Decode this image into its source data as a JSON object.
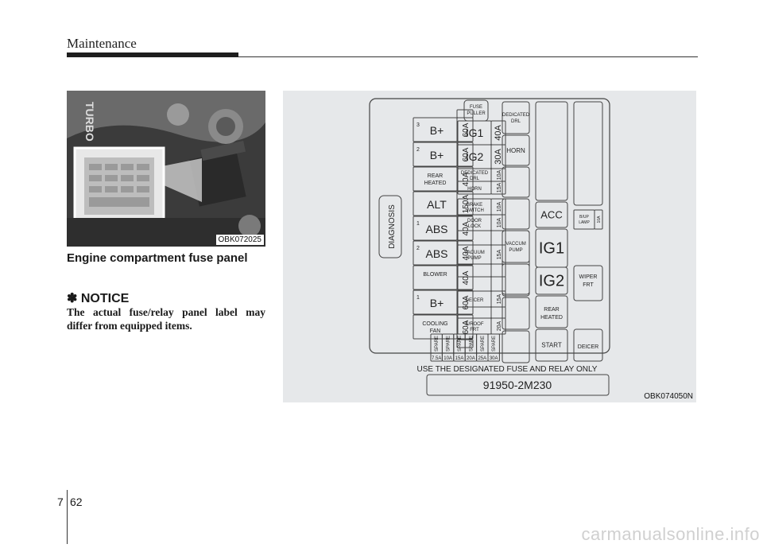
{
  "header": {
    "title": "Maintenance"
  },
  "photo": {
    "caption": "OBK072025",
    "engine_label": "TURBO"
  },
  "section": {
    "title": "Engine compartment fuse panel"
  },
  "notice": {
    "title": "✽ NOTICE",
    "text": "The actual fuse/relay panel label may differ from equipped items."
  },
  "panel": {
    "caption": "OBK074050N",
    "diagnosis": "DIAGNOSIS",
    "fuse_puller": [
      "FUSE",
      "PULLER"
    ],
    "left_fuses": [
      {
        "sup": "3",
        "name": "B+",
        "rating": "60A",
        "large": true
      },
      {
        "sup": "2",
        "name": "B+",
        "rating": "60A",
        "large": true
      },
      {
        "sup": "",
        "name": "REAR HEATED",
        "rating": "40A",
        "large": false
      },
      {
        "sup": "",
        "name": "ALT",
        "rating": "150A",
        "large": true
      },
      {
        "sup": "1",
        "name": "ABS",
        "rating": "40A",
        "large": true
      },
      {
        "sup": "2",
        "name": "ABS",
        "rating": "40A",
        "large": true
      },
      {
        "sup": "",
        "name": "BLOWER",
        "rating": "40A",
        "large": false
      },
      {
        "sup": "1",
        "name": "B+",
        "rating": "60A",
        "large": true
      },
      {
        "sup": "",
        "name": "COOLING FAN",
        "rating": "60A",
        "large": false
      }
    ],
    "mid_fuses": [
      {
        "name": "IG1",
        "rating": "40A"
      },
      {
        "name": "IG2",
        "rating": "30A"
      },
      {
        "name": "DEDICATED DRL",
        "rating": "10A"
      },
      {
        "name": "HORN",
        "rating": "15A"
      },
      {
        "name": "BRAKE SWITCH",
        "rating": "10A"
      },
      {
        "name": "DOOR LOCK",
        "rating": "10A"
      },
      {
        "name": "VACUUM PUMP",
        "rating": "15A"
      },
      {
        "name": "DEICER",
        "rating": "15A"
      },
      {
        "name": "S/ROOF FRT",
        "rating": "20A"
      }
    ],
    "spares": [
      "SPARE",
      "SPARE",
      "SPARE",
      "SPARE",
      "SPARE",
      "SPARE"
    ],
    "spare_ratings": [
      "7.5A",
      "10A",
      "15A",
      "20A",
      "25A",
      "30A"
    ],
    "relays_col1": [
      "DEDICATED DRL",
      "HORN",
      "VACCUM PUMP"
    ],
    "relays_col2": [
      "ACC",
      "IG1",
      "IG2",
      "REAR HEATED",
      "START"
    ],
    "relays_col3": [
      "B/UP LAMP",
      "WIPER FRT",
      "DEICER"
    ],
    "bup_rating": "10A",
    "instruction": "USE THE DESIGNATED FUSE AND RELAY ONLY",
    "part_number": "91950-2M230"
  },
  "footer": {
    "chapter": "7",
    "page": "62",
    "watermark": "carmanualsonline.info"
  }
}
